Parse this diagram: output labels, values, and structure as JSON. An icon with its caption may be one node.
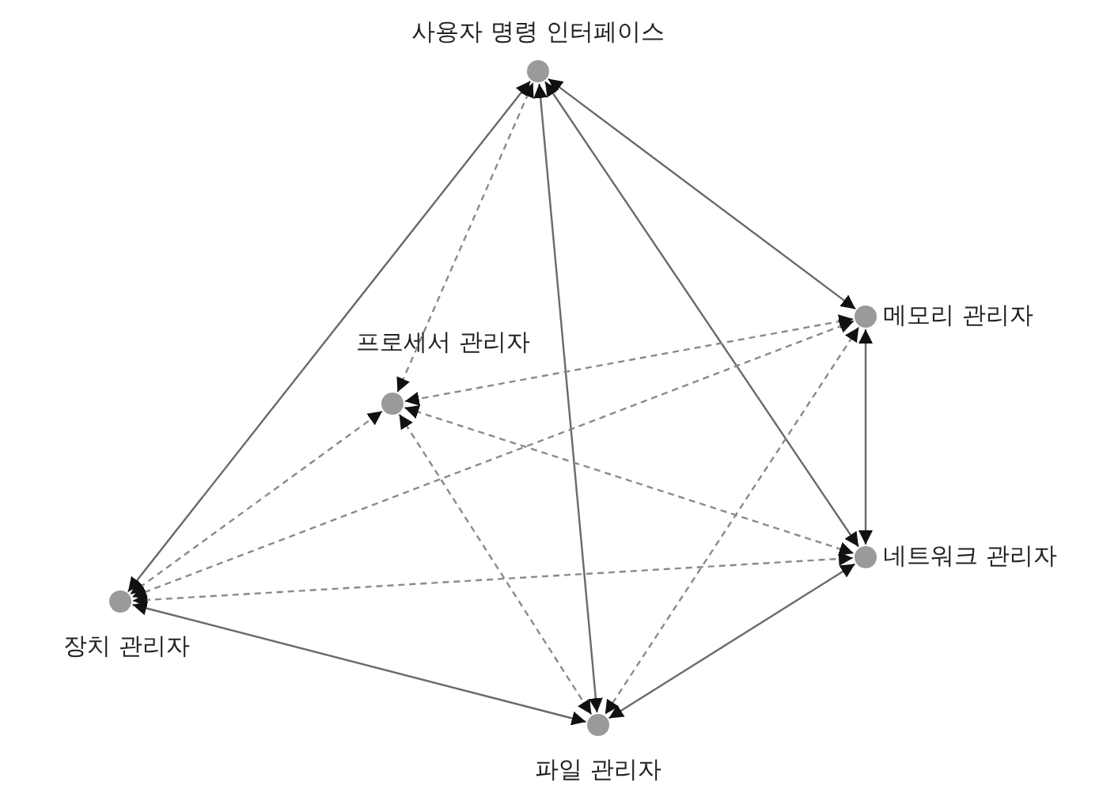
{
  "diagram": {
    "nodes": [
      {
        "text": [],
        "shape": "circle",
        "beside": [
          "사용자 명령 인터페이스"
        ]
      },
      {
        "text": [],
        "shape": "circle",
        "beside": [
          "메모리 관리자"
        ]
      },
      {
        "text": [],
        "shape": "circle",
        "beside": [
          "프로세서 관리자"
        ]
      },
      {
        "text": [],
        "shape": "circle",
        "beside": [
          "네트워크 관리자"
        ]
      },
      {
        "text": [],
        "shape": "circle",
        "beside": [
          "장치 관리자"
        ]
      },
      {
        "text": [],
        "shape": "circle",
        "beside": [
          "파일 관리자"
        ]
      }
    ],
    "edges": [
      {
        "from": 0,
        "to": 1,
        "arrow": "both"
      },
      {
        "from": 0,
        "to": 3,
        "arrow": "both"
      },
      {
        "from": 0,
        "to": 5,
        "arrow": "both"
      },
      {
        "from": 0,
        "to": 4,
        "arrow": "both"
      },
      {
        "from": 0,
        "to": 2,
        "arrow": "both",
        "style": "dashed"
      },
      {
        "from": 1,
        "to": 3,
        "arrow": "both"
      },
      {
        "from": 1,
        "to": 2,
        "arrow": "both",
        "style": "dashed"
      },
      {
        "from": 1,
        "to": 4,
        "arrow": "both",
        "style": "dashed"
      },
      {
        "from": 1,
        "to": 5,
        "arrow": "both",
        "style": "dashed"
      },
      {
        "from": 2,
        "to": 3,
        "arrow": "both",
        "style": "dashed"
      },
      {
        "from": 2,
        "to": 5,
        "arrow": "both",
        "style": "dashed"
      },
      {
        "from": 4,
        "to": 2,
        "arrow": "both",
        "style": "dashed"
      },
      {
        "from": 4,
        "to": 3,
        "arrow": "both",
        "style": "dashed"
      },
      {
        "from": 4,
        "to": 5,
        "arrow": "both"
      },
      {
        "from": 3,
        "to": 5,
        "arrow": "both"
      }
    ]
  }
}
